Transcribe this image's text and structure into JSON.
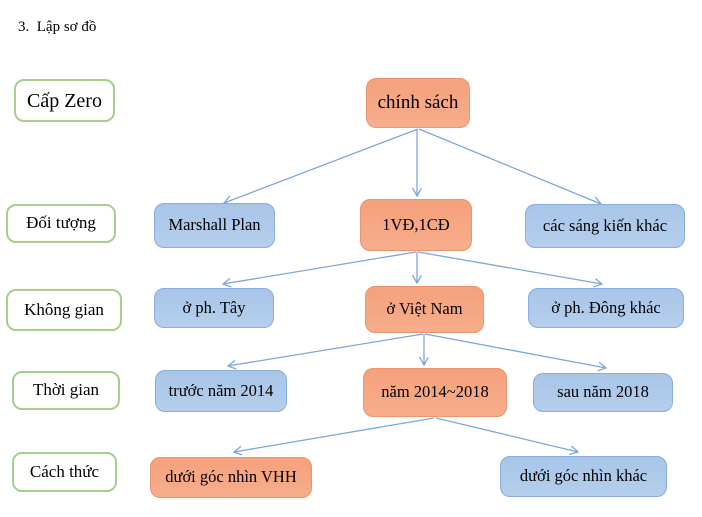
{
  "title": "3.  Lập sơ đồ",
  "diagram": {
    "row_labels": [
      {
        "label": "Cấp Zero"
      },
      {
        "label": "Đối tượng"
      },
      {
        "label": "Không gian"
      },
      {
        "label": "Thời gian"
      },
      {
        "label": "Cách thức"
      }
    ],
    "root": {
      "label": "chính sách",
      "highlighted": true
    },
    "levels": [
      {
        "name": "Đối tượng",
        "nodes": [
          {
            "label": "Marshall Plan",
            "highlighted": false
          },
          {
            "label": "1VĐ,1CĐ",
            "highlighted": true
          },
          {
            "label": "các sáng kiến khác",
            "highlighted": false
          }
        ]
      },
      {
        "name": "Không gian",
        "nodes": [
          {
            "label": "ở ph. Tây",
            "highlighted": false
          },
          {
            "label": "ở Việt Nam",
            "highlighted": true
          },
          {
            "label": "ở ph. Đông khác",
            "highlighted": false
          }
        ]
      },
      {
        "name": "Thời gian",
        "nodes": [
          {
            "label": "trước năm 2014",
            "highlighted": false
          },
          {
            "label": "năm 2014~2018",
            "highlighted": true
          },
          {
            "label": "sau năm 2018",
            "highlighted": false
          }
        ]
      },
      {
        "name": "Cách thức",
        "nodes": [
          {
            "label": "dưới góc nhìn VHH",
            "highlighted": true
          },
          {
            "label": "dưới góc nhìn khác",
            "highlighted": false
          }
        ]
      }
    ],
    "colors": {
      "highlight_fill": "#F5A17C",
      "highlight_border": "#EB9470",
      "normal_fill": "#A8C5E8",
      "normal_border": "#87AEDC",
      "label_border": "#A4CF8E",
      "arrow": "#7DA7DC",
      "text": "#000000"
    }
  }
}
